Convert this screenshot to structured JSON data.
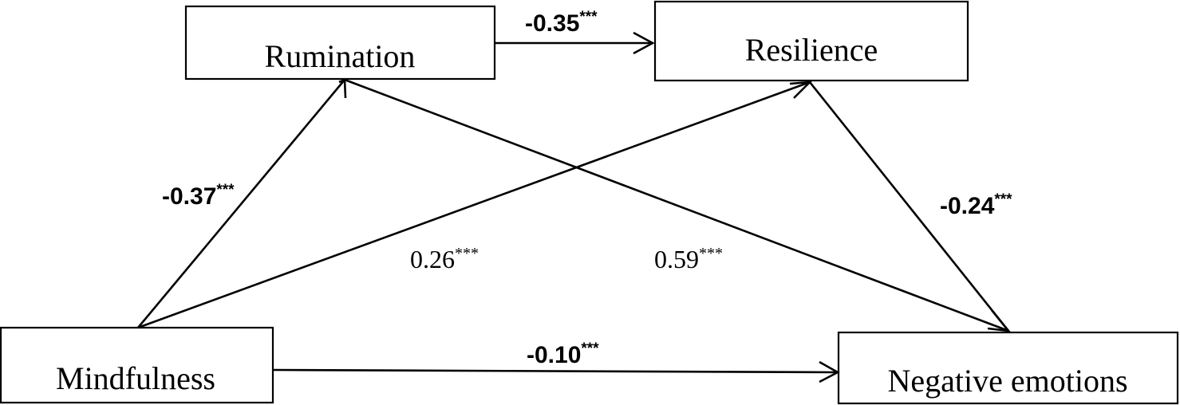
{
  "nodes": {
    "rumination": "Rumination",
    "resilience": "Resilience",
    "mindfulness": "Mindfulness",
    "negative_emotions": "Negative emotions"
  },
  "paths": {
    "rumination_to_resilience": {
      "coef": "-0.35",
      "sig": "***"
    },
    "mindfulness_to_rumination": {
      "coef": "-0.37",
      "sig": "***"
    },
    "mindfulness_to_resilience": {
      "coef": "0.26",
      "sig": "***"
    },
    "rumination_to_negative_emotions": {
      "coef": "0.59",
      "sig": "***"
    },
    "resilience_to_negative_emotions": {
      "coef": "-0.24",
      "sig": "***"
    },
    "mindfulness_to_negative_emotions": {
      "coef": "-0.10",
      "sig": "***"
    }
  }
}
